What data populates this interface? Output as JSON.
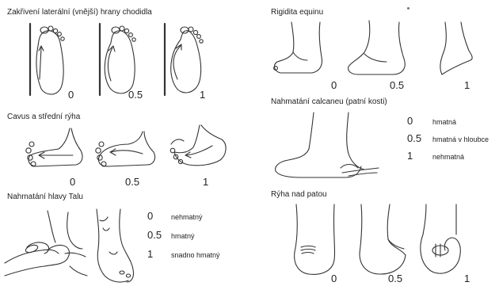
{
  "sections": {
    "lateral": {
      "title": "Zakřivení laterální (vnější) hrany chodidla",
      "scores": [
        "0",
        "0.5",
        "1"
      ]
    },
    "cavus": {
      "title": "Cavus a střední rýha",
      "scores": [
        "0",
        "0.5",
        "1"
      ]
    },
    "talus": {
      "title": "Nahmatání hlavy Talu",
      "legend": [
        {
          "value": "0",
          "label": "nehmatný"
        },
        {
          "value": "0.5",
          "label": "hmatný"
        },
        {
          "value": "1",
          "label": "snadno hmatný"
        }
      ]
    },
    "rigidity": {
      "title": "Rigidita equinu",
      "scores": [
        "0",
        "0.5",
        "1"
      ]
    },
    "calcaneus": {
      "title": "Nahmatání calcaneu (patní kosti)",
      "legend": [
        {
          "value": "0",
          "label": "hmatná"
        },
        {
          "value": "0.5",
          "label": "hmatná v hloubce"
        },
        {
          "value": "1",
          "label": "nehmatná"
        }
      ]
    },
    "heel_crease": {
      "title": "Rýha nad patou",
      "scores": [
        "0",
        "0.5",
        "1"
      ]
    }
  },
  "icons": [
    "foot-sole-icon",
    "foot-side-icon",
    "hand-palpation-icon",
    "leg-side-icon",
    "heel-back-icon"
  ]
}
